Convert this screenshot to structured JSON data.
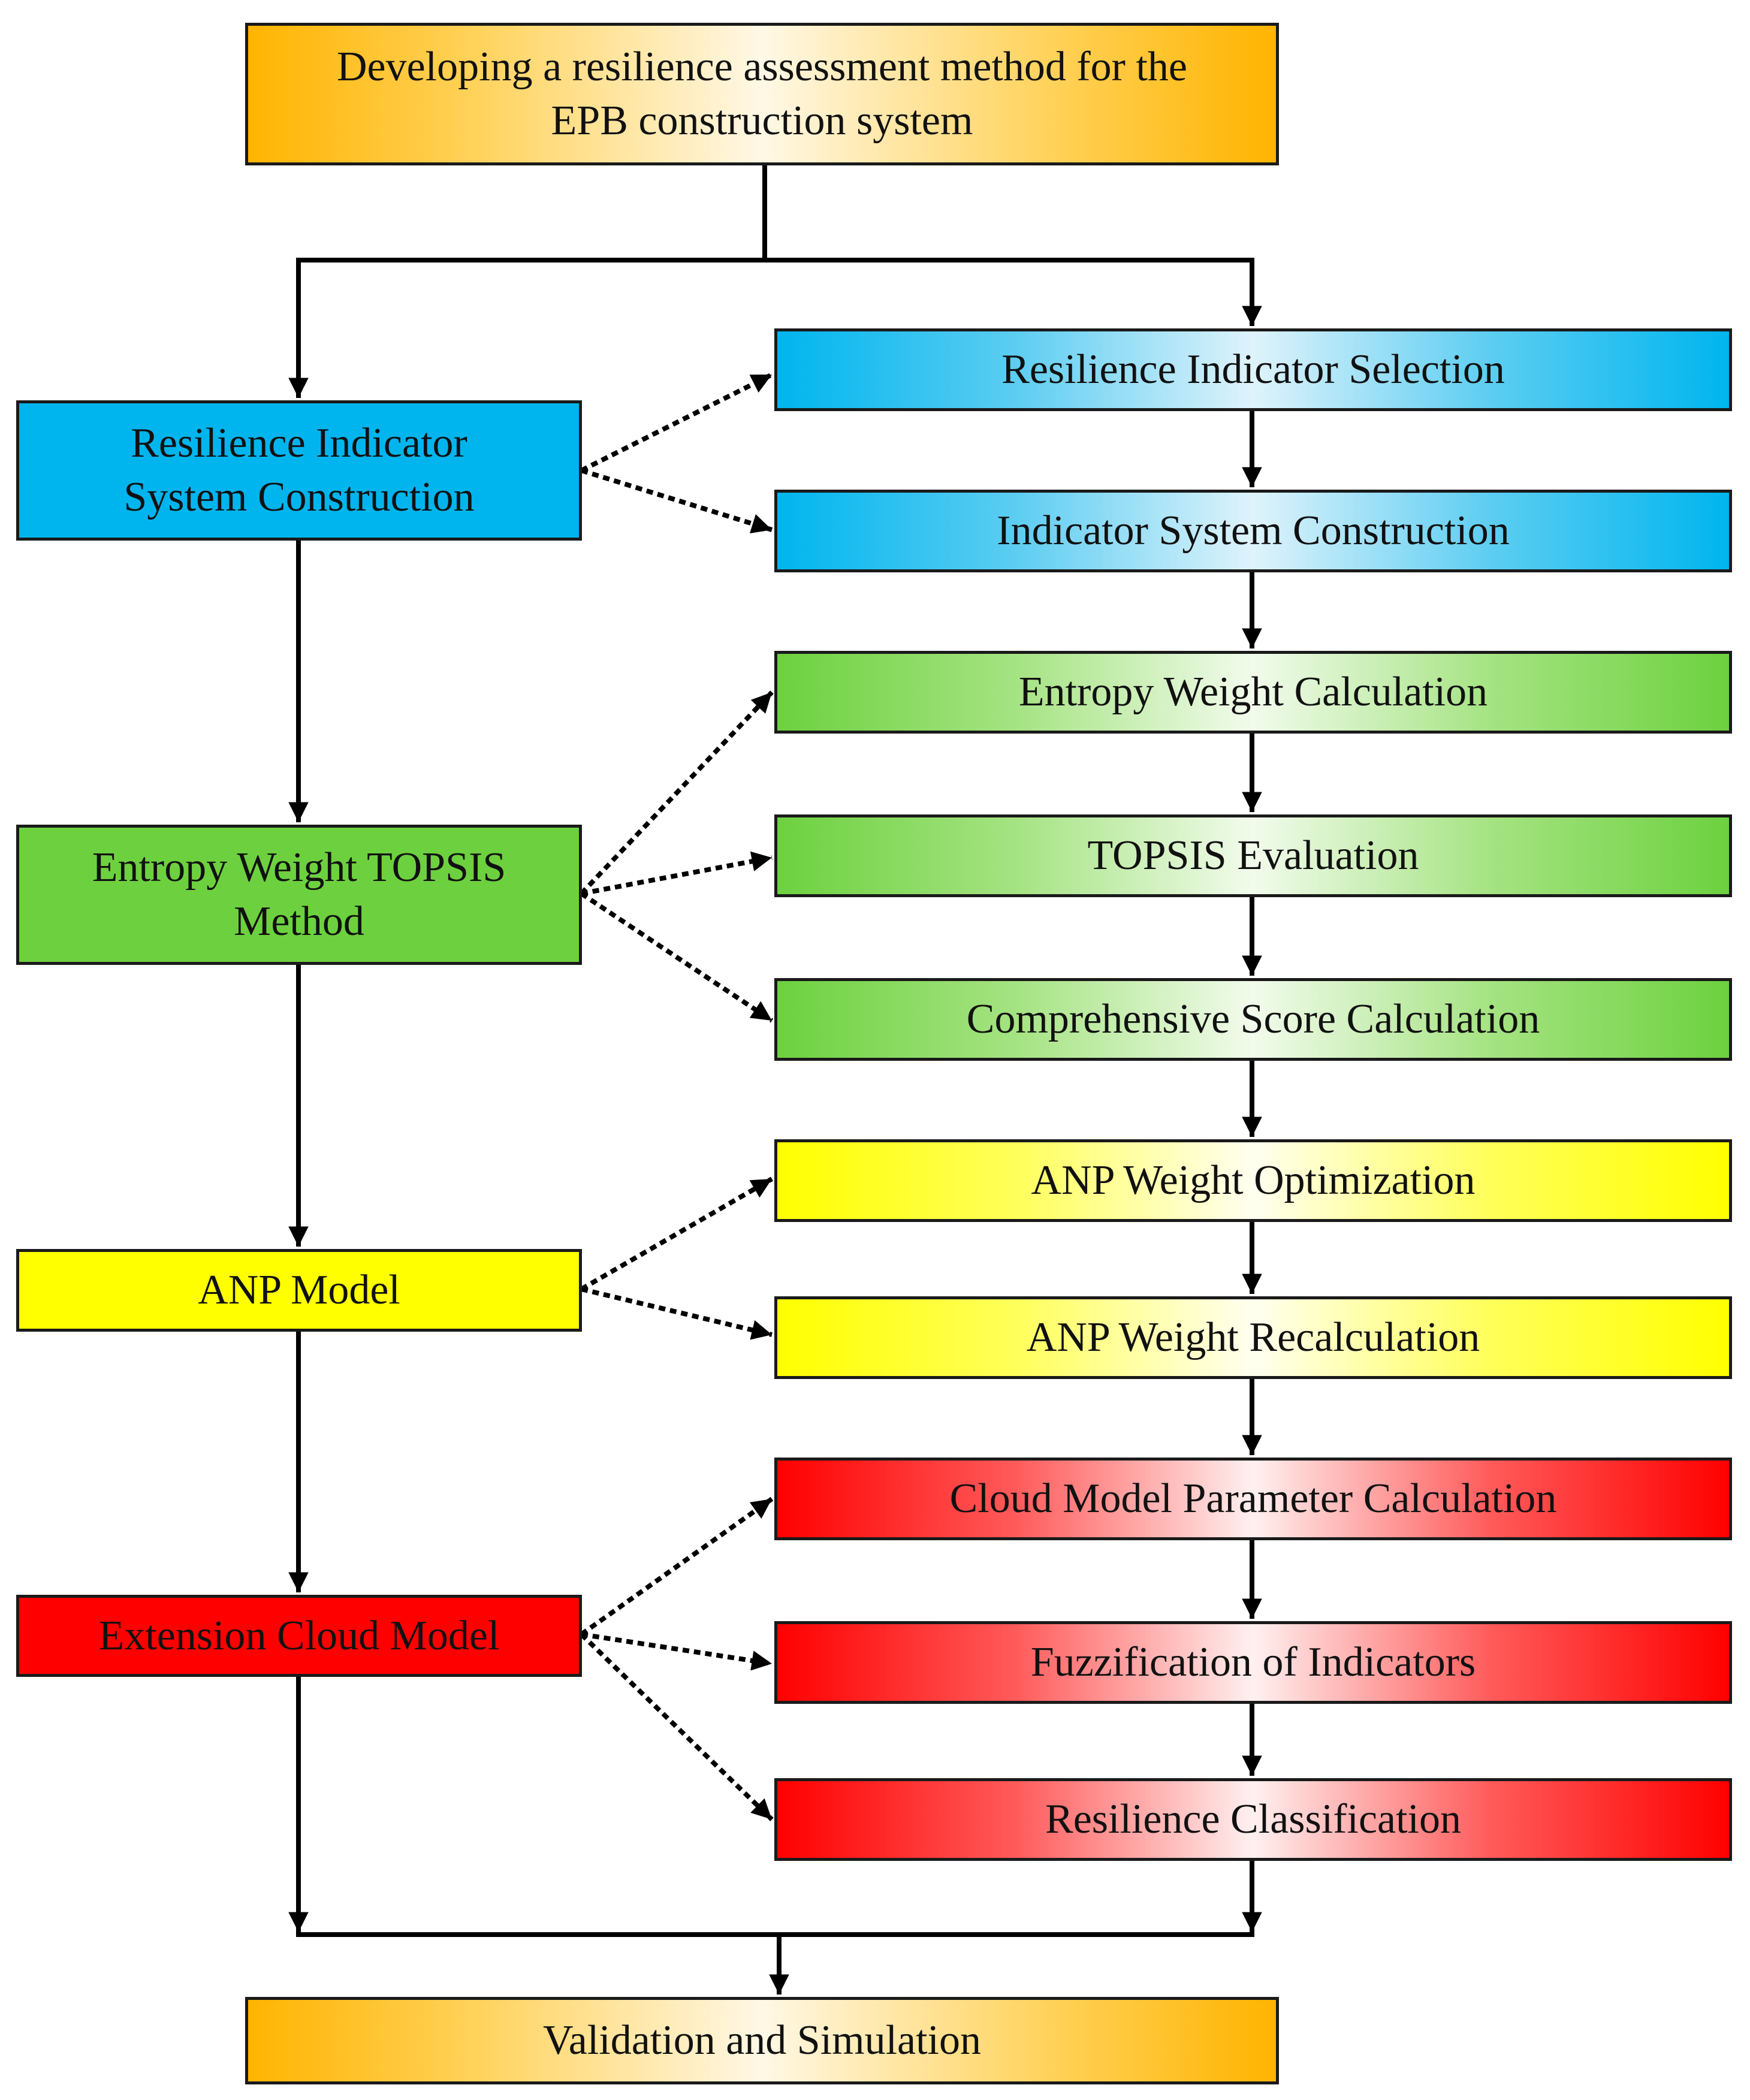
{
  "diagram": {
    "top": {
      "line1": "Developing a resilience assessment method for the",
      "line2": "EPB construction system"
    },
    "bottom": {
      "label": "Validation and Simulation"
    },
    "stages": [
      {
        "line1": "Resilience Indicator",
        "line2": "System Construction",
        "steps": [
          "Resilience Indicator Selection",
          "Indicator System Construction"
        ]
      },
      {
        "line1": "Entropy Weight TOPSIS",
        "line2": "Method",
        "steps": [
          "Entropy Weight Calculation",
          "TOPSIS Evaluation",
          "Comprehensive Score Calculation"
        ]
      },
      {
        "line1": "ANP Model",
        "steps": [
          "ANP Weight Optimization",
          "ANP Weight Recalculation"
        ]
      },
      {
        "line1": "Extension Cloud Model",
        "steps": [
          "Cloud Model Parameter Calculation",
          "Fuzzification of Indicators",
          "Resilience Classification"
        ]
      }
    ]
  },
  "colors": {
    "orange": "#ffb400",
    "blue": "#00b5ee",
    "green": "#6dd13f",
    "yellow": "#ffff00",
    "red": "#ff0000",
    "line": "#000000"
  }
}
